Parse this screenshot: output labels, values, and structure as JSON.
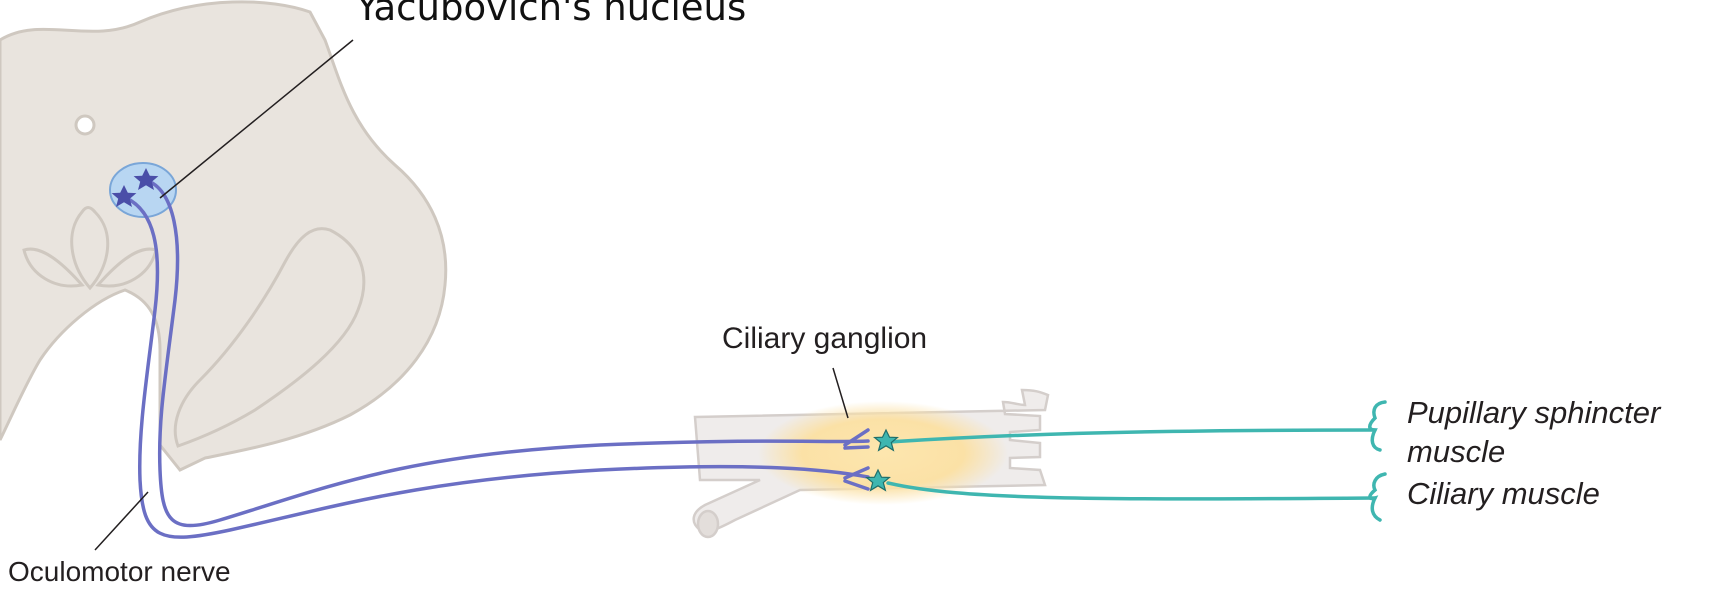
{
  "labels": {
    "nucleus": "Yacubovich's nucleus",
    "ganglion": "Ciliary ganglion",
    "pupillary_line1": "Pupillary sphincter",
    "pupillary_line2": "muscle",
    "ciliary_muscle": "Ciliary muscle",
    "oculomotor": "Oculomotor nerve"
  },
  "colors": {
    "brainstem_fill": "#e9e4de",
    "brainstem_outline": "#cfc8c0",
    "preganglionic_fiber": "#6b6fc4",
    "nucleus_fill": "#b8d6f2",
    "neuron_star": "#4a4ea8",
    "postganglionic_fiber": "#3fb6b0",
    "ganglion_fill": "#fbe1a6",
    "leader_line": "#231f20"
  }
}
